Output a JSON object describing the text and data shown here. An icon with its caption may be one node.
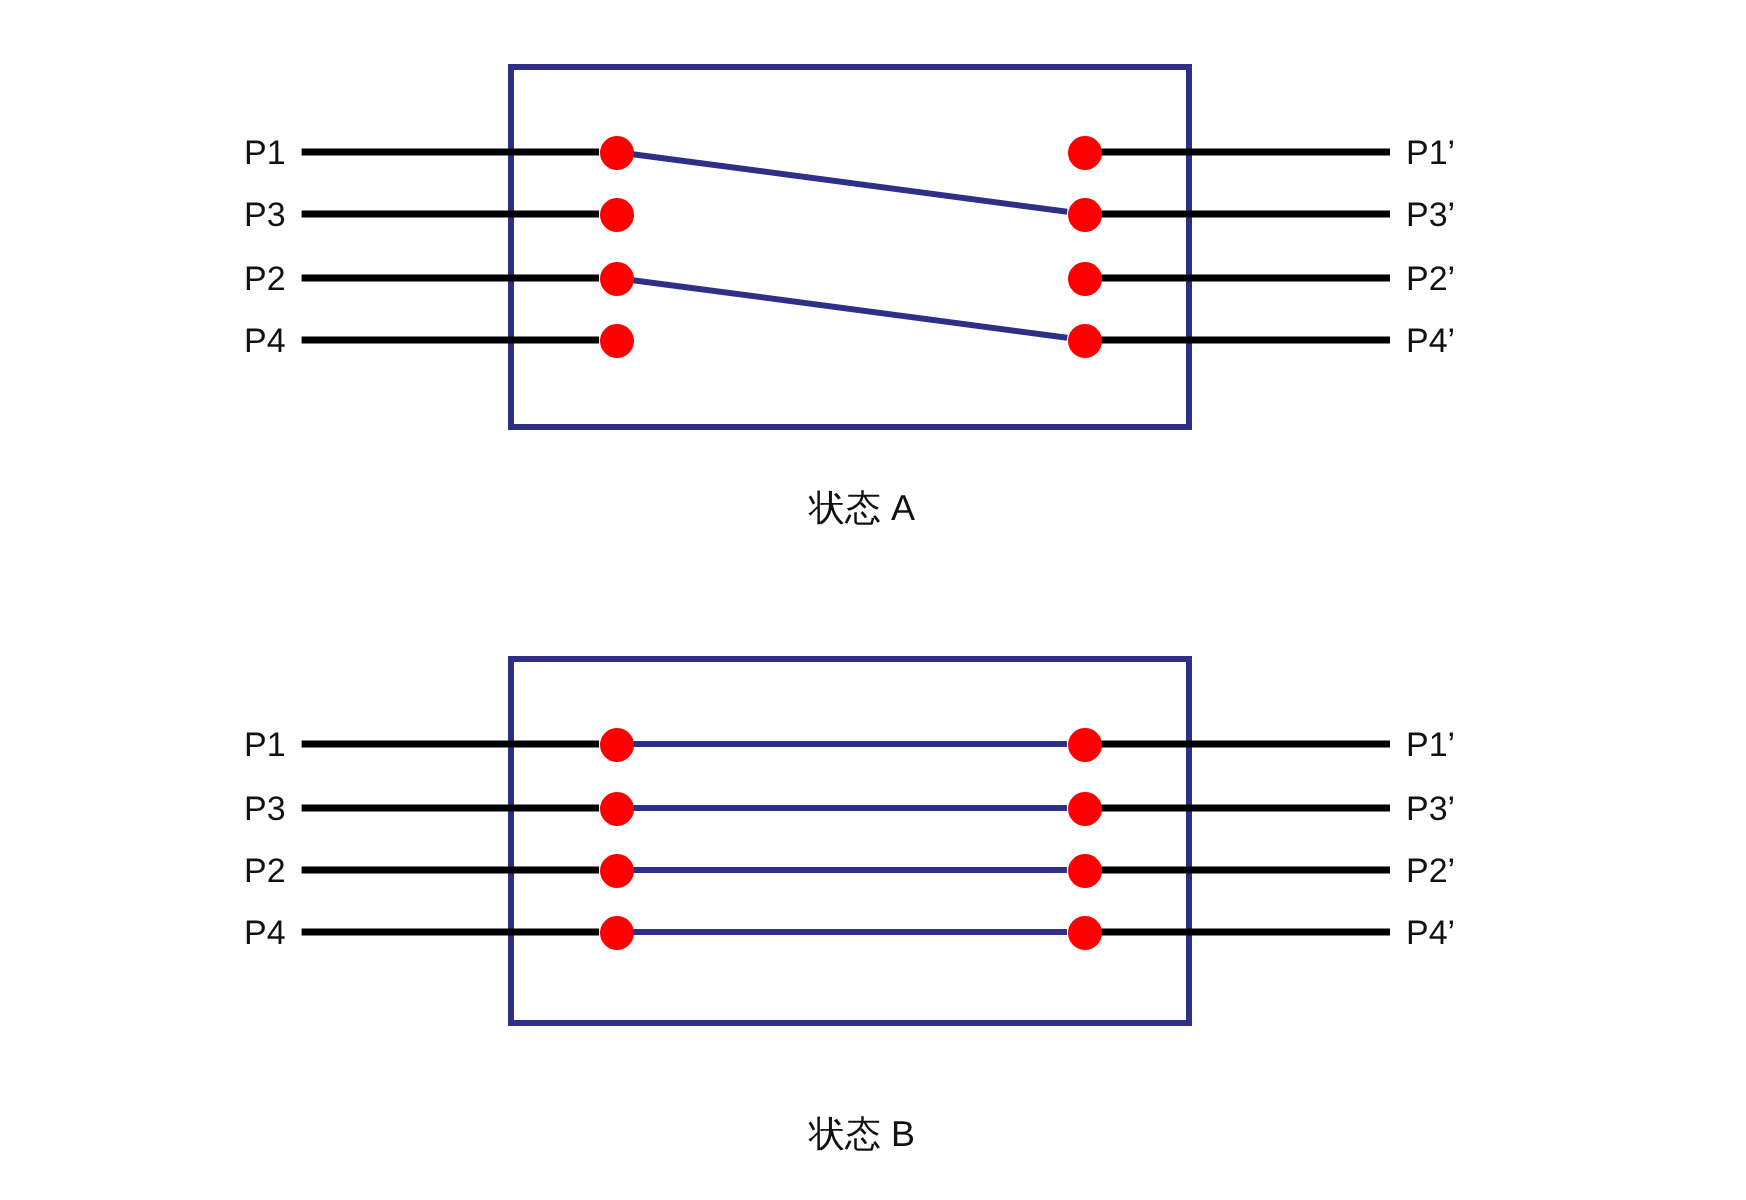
{
  "diagram": {
    "nodes": [
      {
        "text": [],
        "shape": "box",
        "beside": [
          "状态 A"
        ]
      },
      {
        "text": [
          "P1"
        ]
      },
      {
        "text": [],
        "shape": "circle",
        "in": 0
      },
      {
        "text": [],
        "shape": "circle",
        "in": 0
      },
      {
        "text": [
          "P1’"
        ]
      },
      {
        "text": [
          "P3"
        ]
      },
      {
        "text": [],
        "shape": "circle",
        "in": 0
      },
      {
        "text": [],
        "shape": "circle",
        "in": 0
      },
      {
        "text": [
          "P3’"
        ]
      },
      {
        "text": [
          "P2"
        ]
      },
      {
        "text": [],
        "shape": "circle",
        "in": 0
      },
      {
        "text": [],
        "shape": "circle",
        "in": 0
      },
      {
        "text": [
          "P2’"
        ]
      },
      {
        "text": [
          "P4"
        ]
      },
      {
        "text": [],
        "shape": "circle",
        "in": 0
      },
      {
        "text": [],
        "shape": "circle",
        "in": 0
      },
      {
        "text": [
          "P4’"
        ]
      },
      {
        "text": [],
        "shape": "box",
        "beside": [
          "状态 B"
        ]
      },
      {
        "text": [
          "P1"
        ]
      },
      {
        "text": [],
        "shape": "circle",
        "in": 17
      },
      {
        "text": [],
        "shape": "circle",
        "in": 17
      },
      {
        "text": [
          "P1’"
        ]
      },
      {
        "text": [
          "P3"
        ]
      },
      {
        "text": [],
        "shape": "circle",
        "in": 17
      },
      {
        "text": [],
        "shape": "circle",
        "in": 17
      },
      {
        "text": [
          "P3’"
        ]
      },
      {
        "text": [
          "P2"
        ]
      },
      {
        "text": [],
        "shape": "circle",
        "in": 17
      },
      {
        "text": [],
        "shape": "circle",
        "in": 17
      },
      {
        "text": [
          "P2’"
        ]
      },
      {
        "text": [
          "P4"
        ]
      },
      {
        "text": [],
        "shape": "circle",
        "in": 17
      },
      {
        "text": [],
        "shape": "circle",
        "in": 17
      },
      {
        "text": [
          "P4’"
        ]
      }
    ],
    "edges": [
      {
        "from": 1,
        "to": 2,
        "arrow": "none"
      },
      {
        "from": 3,
        "to": 4,
        "arrow": "none"
      },
      {
        "from": 2,
        "to": 7,
        "arrow": "none",
        "color": "#2e3088"
      },
      {
        "from": 5,
        "to": 6,
        "arrow": "none"
      },
      {
        "from": 7,
        "to": 8,
        "arrow": "none"
      },
      {
        "from": 9,
        "to": 10,
        "arrow": "none"
      },
      {
        "from": 11,
        "to": 12,
        "arrow": "none"
      },
      {
        "from": 10,
        "to": 15,
        "arrow": "none",
        "color": "#2e3088"
      },
      {
        "from": 13,
        "to": 14,
        "arrow": "none"
      },
      {
        "from": 15,
        "to": 16,
        "arrow": "none"
      },
      {
        "from": 18,
        "to": 19,
        "arrow": "none"
      },
      {
        "from": 19,
        "to": 20,
        "arrow": "none",
        "color": "#2e3088"
      },
      {
        "from": 20,
        "to": 21,
        "arrow": "none"
      },
      {
        "from": 22,
        "to": 23,
        "arrow": "none"
      },
      {
        "from": 23,
        "to": 24,
        "arrow": "none",
        "color": "#2e3088"
      },
      {
        "from": 24,
        "to": 25,
        "arrow": "none"
      },
      {
        "from": 26,
        "to": 27,
        "arrow": "none"
      },
      {
        "from": 27,
        "to": 28,
        "arrow": "none",
        "color": "#2e3088"
      },
      {
        "from": 28,
        "to": 29,
        "arrow": "none"
      },
      {
        "from": 30,
        "to": 31,
        "arrow": "none"
      },
      {
        "from": 31,
        "to": 32,
        "arrow": "none",
        "color": "#2e3088"
      },
      {
        "from": 32,
        "to": 33,
        "arrow": "none"
      }
    ]
  }
}
